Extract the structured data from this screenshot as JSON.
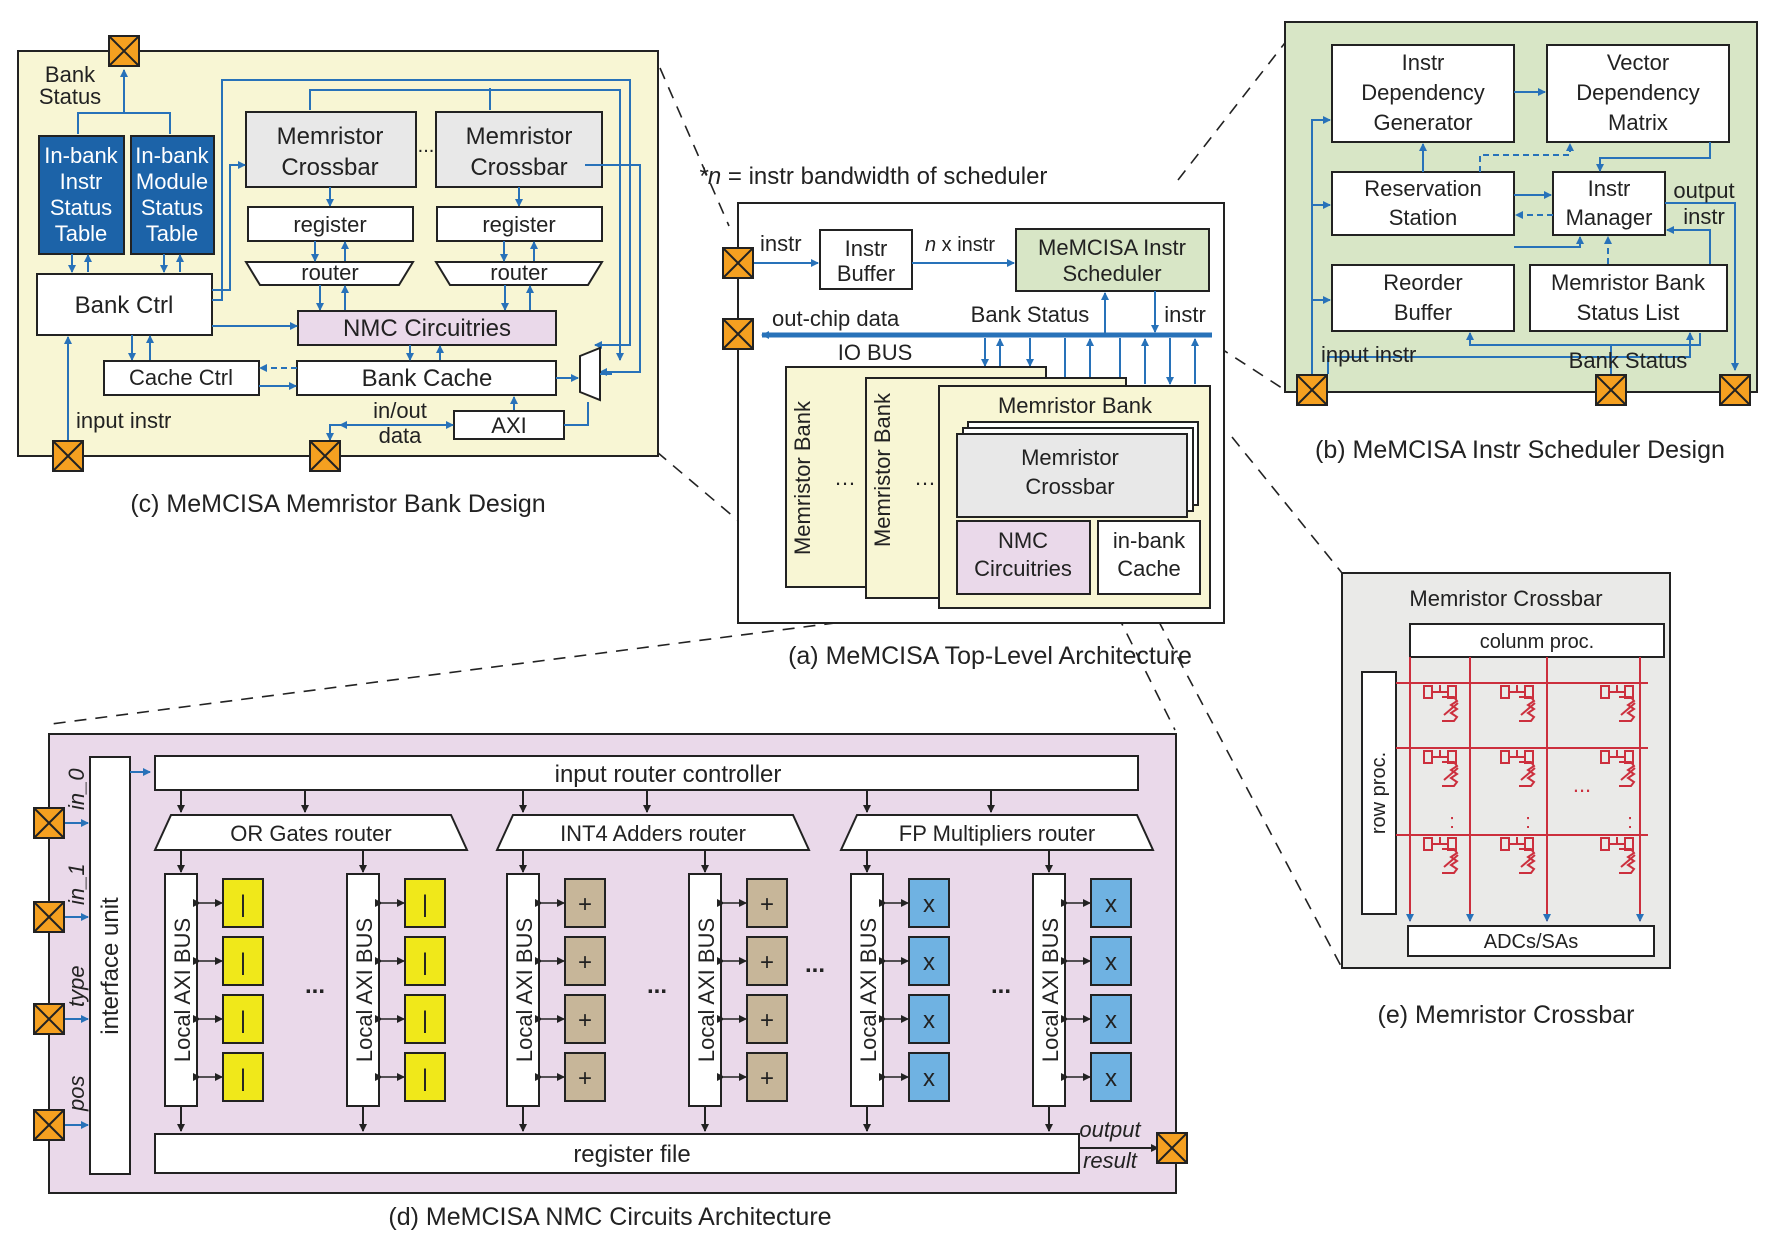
{
  "colors": {
    "bank_bg": "#f8f6d4",
    "scheduler_bg": "#d8e6c6",
    "nmc_bg": "#ead9ea",
    "crossbar_bg": "#eaeae8",
    "table_blue": "#1c63a8",
    "wire_blue": "#2872b9",
    "io_pad": "#f5a020",
    "memristor_red": "#cc2f3d",
    "or_gate_yellow": "#f0e81a",
    "adder_tan": "#c7b699",
    "multiplier_blue": "#6fb2e2",
    "gray_block": "#e8e8e8"
  },
  "captions": {
    "a": "(a) MeMCISA Top-Level Architecture",
    "b": "(b) MeMCISA Instr Scheduler Design",
    "c": "(c) MeMCISA Memristor Bank Design",
    "d": "(d) MeMCISA NMC Circuits Architecture",
    "e": "(e) Memristor Crossbar"
  },
  "top_level": {
    "note_symbol": "*n",
    "note_text": " = instr bandwidth of scheduler",
    "instr_in": "instr",
    "instr_buffer": [
      "Instr",
      "Buffer"
    ],
    "n_symbol": "n",
    "n_times": " x instr",
    "scheduler": [
      "MeMCISA Instr",
      "Scheduler"
    ],
    "out_chip": "out-chip data",
    "bank_status": "Bank Status",
    "instr_out": "instr",
    "io_bus": "IO BUS",
    "bank_vertical": "Memristor Bank",
    "ellipsis": "…",
    "bank_title": "Memristor Bank",
    "crossbar": [
      "Memristor",
      "Crossbar"
    ],
    "nmc": [
      "NMC",
      "Circuitries"
    ],
    "cache": [
      "in-bank",
      "Cache"
    ]
  },
  "scheduler": {
    "dep_gen": [
      "Instr",
      "Dependency",
      "Generator"
    ],
    "vec_dep": [
      "Vector",
      "Dependency",
      "Matrix"
    ],
    "reservation": [
      "Reservation",
      "Station"
    ],
    "manager": [
      "Instr",
      "Manager"
    ],
    "output_instr": [
      "output",
      "instr"
    ],
    "reorder": [
      "Reorder",
      "Buffer"
    ],
    "status_list": [
      "Memristor Bank",
      "Status List"
    ],
    "input_instr": "input instr",
    "bank_status": "Bank Status"
  },
  "bank": {
    "bank_status": [
      "Bank",
      "Status"
    ],
    "instr_table": [
      "In-bank",
      "Instr",
      "Status",
      "Table"
    ],
    "module_table": [
      "In-bank",
      "Module",
      "Status",
      "Table"
    ],
    "crossbar": [
      "Memristor",
      "Crossbar"
    ],
    "dots": "...",
    "register": "register",
    "router": "router",
    "bank_ctrl": "Bank Ctrl",
    "nmc": "NMC Circuitries",
    "cache_ctrl": "Cache Ctrl",
    "bank_cache": "Bank Cache",
    "input_instr": "input instr",
    "inout": [
      "in/out",
      "data"
    ],
    "axi": "AXI"
  },
  "nmc": {
    "inputs": [
      "in_0",
      "in_1",
      "type",
      "pos"
    ],
    "interface": "interface unit",
    "controller": "input router controller",
    "routers": [
      "OR Gates router",
      "INT4 Adders router",
      "FP Multipliers router"
    ],
    "bus": "Local AXI BUS",
    "ops": [
      "|",
      "+",
      "x"
    ],
    "dots": "...",
    "register_file": "register file",
    "output": [
      "output",
      "result"
    ]
  },
  "crossbar": {
    "title": "Memristor Crossbar",
    "col_proc": "colunm proc.",
    "row_proc": "row proc.",
    "adc": "ADCs/SAs",
    "dots": "...",
    "vdots": ":"
  }
}
